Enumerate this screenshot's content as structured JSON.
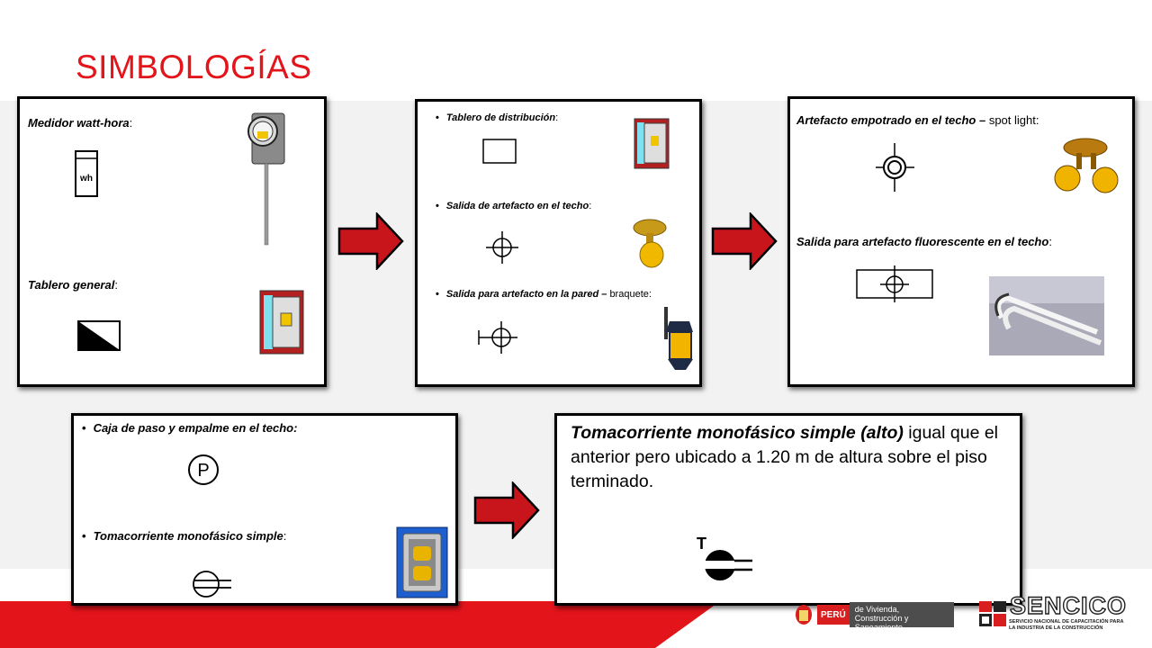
{
  "title": "SIMBOLOGÍAS",
  "panels": {
    "p1": {
      "medidor_label": "Medidor watt-hora",
      "medidor_colon": ":",
      "wh_text": "wh",
      "tablero_label": "Tablero general",
      "tablero_colon": ":"
    },
    "p2": {
      "item1_label": "Tablero de distribución",
      "item1_colon": ":",
      "item2_label": "Salida de artefacto en el techo",
      "item2_colon": ":",
      "item3_label": "Salida para artefacto en la pared – ",
      "item3_suffix": "braquete:"
    },
    "p3": {
      "item1_label": "Artefacto empotrado en el techo – ",
      "item1_suffix": "spot light:",
      "item2_label": "Salida para artefacto fluorescente en el techo",
      "item2_colon": ":"
    },
    "p4": {
      "item1_label": "Caja de paso y empalme en el techo:",
      "p_symbol": "P",
      "item2_label": "Tomacorriente monofásico simple",
      "item2_colon": ":"
    },
    "p5": {
      "bold_text": "Tomacorriente monofásico simple (alto)",
      "rest_text": " igual que el anterior pero ubicado a 1.20 m de altura sobre el piso terminado.",
      "t_symbol": "T"
    }
  },
  "footer": {
    "peru": "PERÚ",
    "ministry": "Ministerio de Vivienda, Construcción y Saneamiento",
    "ministry_visible": "de Vivienda, Construcción y Saneamiento",
    "sencico": "SENCICO",
    "sencico_sub": "SERVICIO NACIONAL DE CAPACITACIÓN PARA LA INDUSTRIA DE LA CONSTRUCCIÓN"
  },
  "colors": {
    "accent_red": "#e4141b",
    "arrow_red": "#c8141b"
  }
}
